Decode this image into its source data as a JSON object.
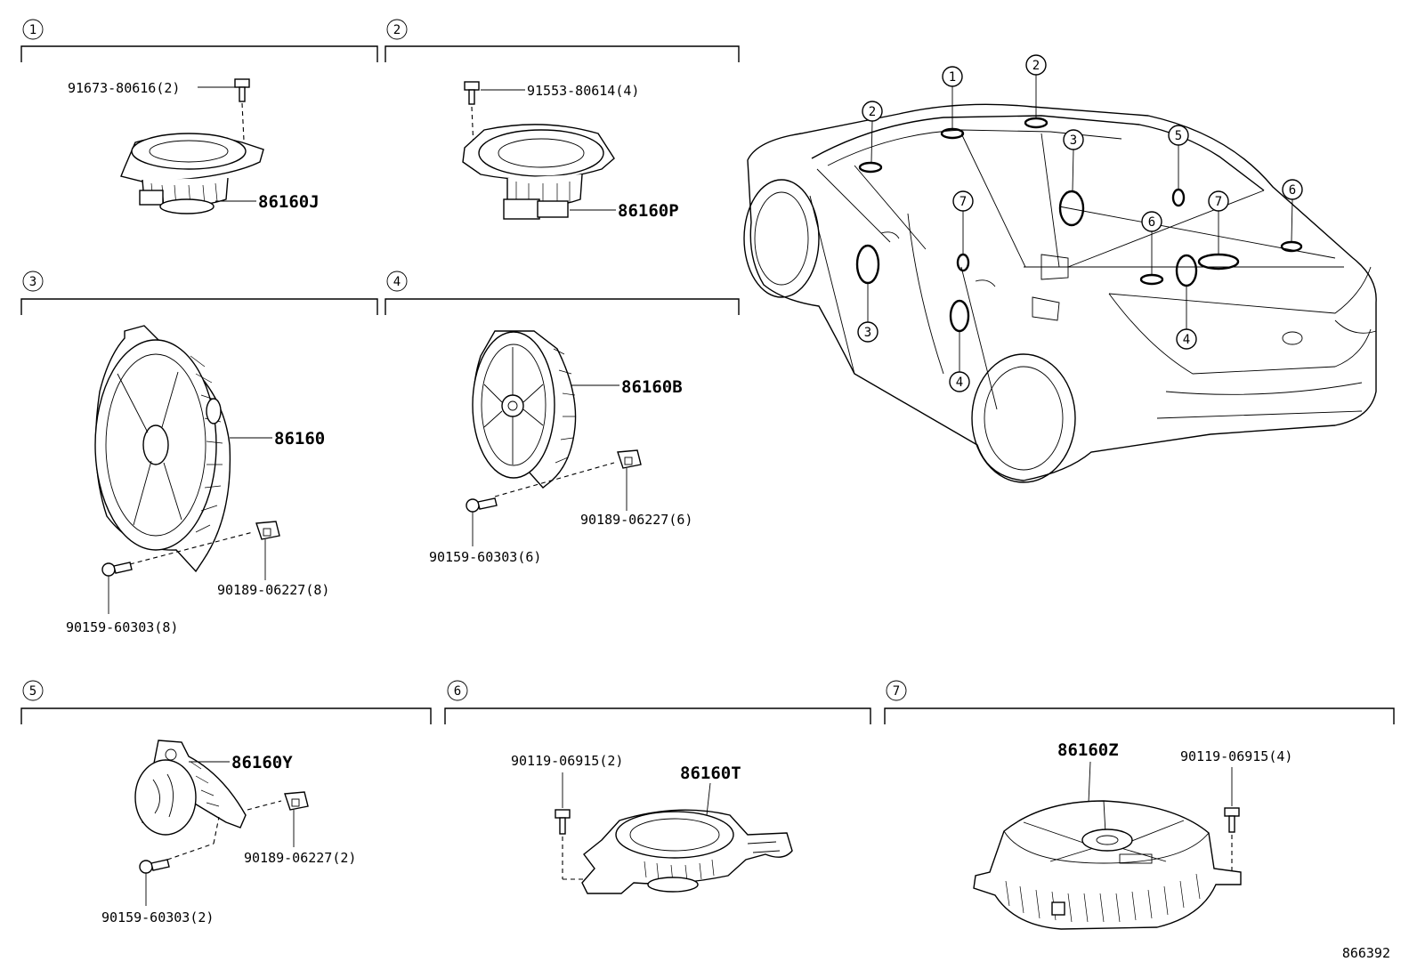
{
  "sections": [
    {
      "id": "1",
      "parts": {
        "bolt": "91673-80616(2)",
        "speaker": "86160J"
      }
    },
    {
      "id": "2",
      "parts": {
        "bolt": "91553-80614(4)",
        "speaker": "86160P"
      }
    },
    {
      "id": "3",
      "parts": {
        "speaker": "86160",
        "nut": "90189-06227(8)",
        "screw": "90159-60303(8)"
      }
    },
    {
      "id": "4",
      "parts": {
        "speaker": "86160B",
        "nut": "90189-06227(6)",
        "screw": "90159-60303(6)"
      }
    },
    {
      "id": "5",
      "parts": {
        "speaker": "86160Y",
        "nut": "90189-06227(2)",
        "screw": "90159-60303(2)"
      }
    },
    {
      "id": "6",
      "parts": {
        "bolt": "90119-06915(2)",
        "speaker": "86160T"
      }
    },
    {
      "id": "7",
      "parts": {
        "speaker": "86160Z",
        "bolt": "90119-06915(4)"
      }
    }
  ],
  "car_callouts": [
    "1",
    "2",
    "2",
    "3",
    "3",
    "4",
    "4",
    "5",
    "6",
    "6",
    "7",
    "7"
  ],
  "illustration_number": "866392"
}
